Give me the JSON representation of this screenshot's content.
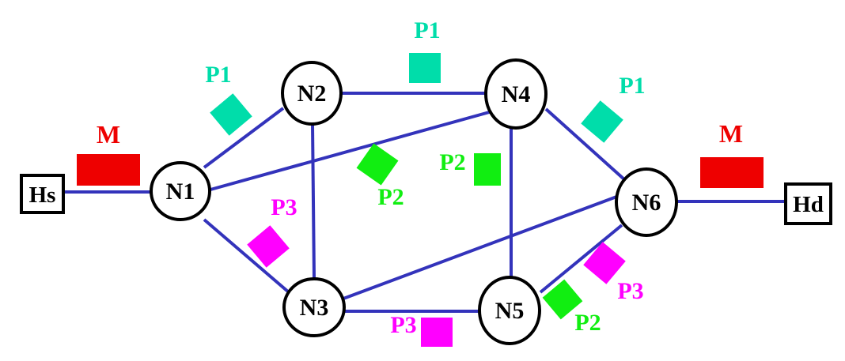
{
  "colors": {
    "link": "#3333bb",
    "node_stroke": "#000000",
    "message": "#ee0000",
    "p1": "#00ddaa",
    "p2": "#11ee11",
    "p3": "#ff00ff"
  },
  "hosts": {
    "source": "Hs",
    "destination": "Hd"
  },
  "nodes": {
    "n1": "N1",
    "n2": "N2",
    "n3": "N3",
    "n4": "N4",
    "n5": "N5",
    "n6": "N6"
  },
  "messages": {
    "source_side": "M",
    "destination_side": "M"
  },
  "packets": {
    "p1_n1_n2": "P1",
    "p1_n2_n4": "P1",
    "p1_n4_n6": "P1",
    "p2_n1_n4": "P2",
    "p2_n4_n5": "P2",
    "p2_n5_n6": "P2",
    "p3_n1_n3": "P3",
    "p3_n3_n5": "P3",
    "p3_n5_n6": "P3"
  }
}
